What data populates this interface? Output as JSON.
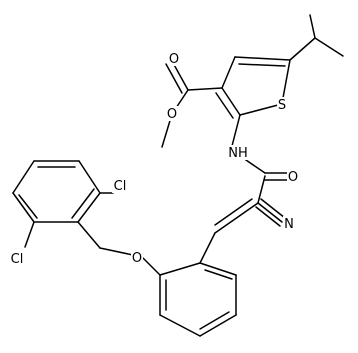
{
  "molecule": {
    "atoms": {
      "o_ester_carbonyl": "O",
      "o_ester_methoxy": "O",
      "s_thiophene": "S",
      "nh": "NH",
      "o_amide": "O",
      "n_nitrile": "N",
      "o_ether": "O",
      "cl_1": "Cl",
      "cl_2": "Cl"
    }
  }
}
